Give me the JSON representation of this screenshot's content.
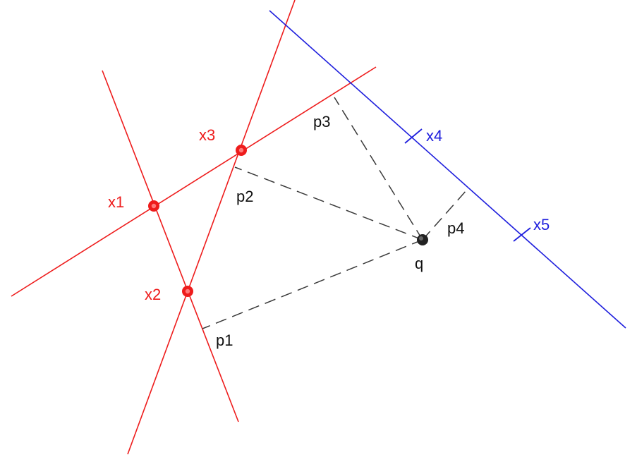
{
  "colors": {
    "red": "#ee1c1c",
    "blue": "#1f1fdd",
    "dash": "#3a3a3a",
    "query": "#222222"
  },
  "labels": {
    "x1": "x1",
    "x2": "x2",
    "x3": "x3",
    "x4": "x4",
    "x5": "x5",
    "p1": "p1",
    "p2": "p2",
    "p3": "p3",
    "p4": "p4",
    "q": "q"
  }
}
